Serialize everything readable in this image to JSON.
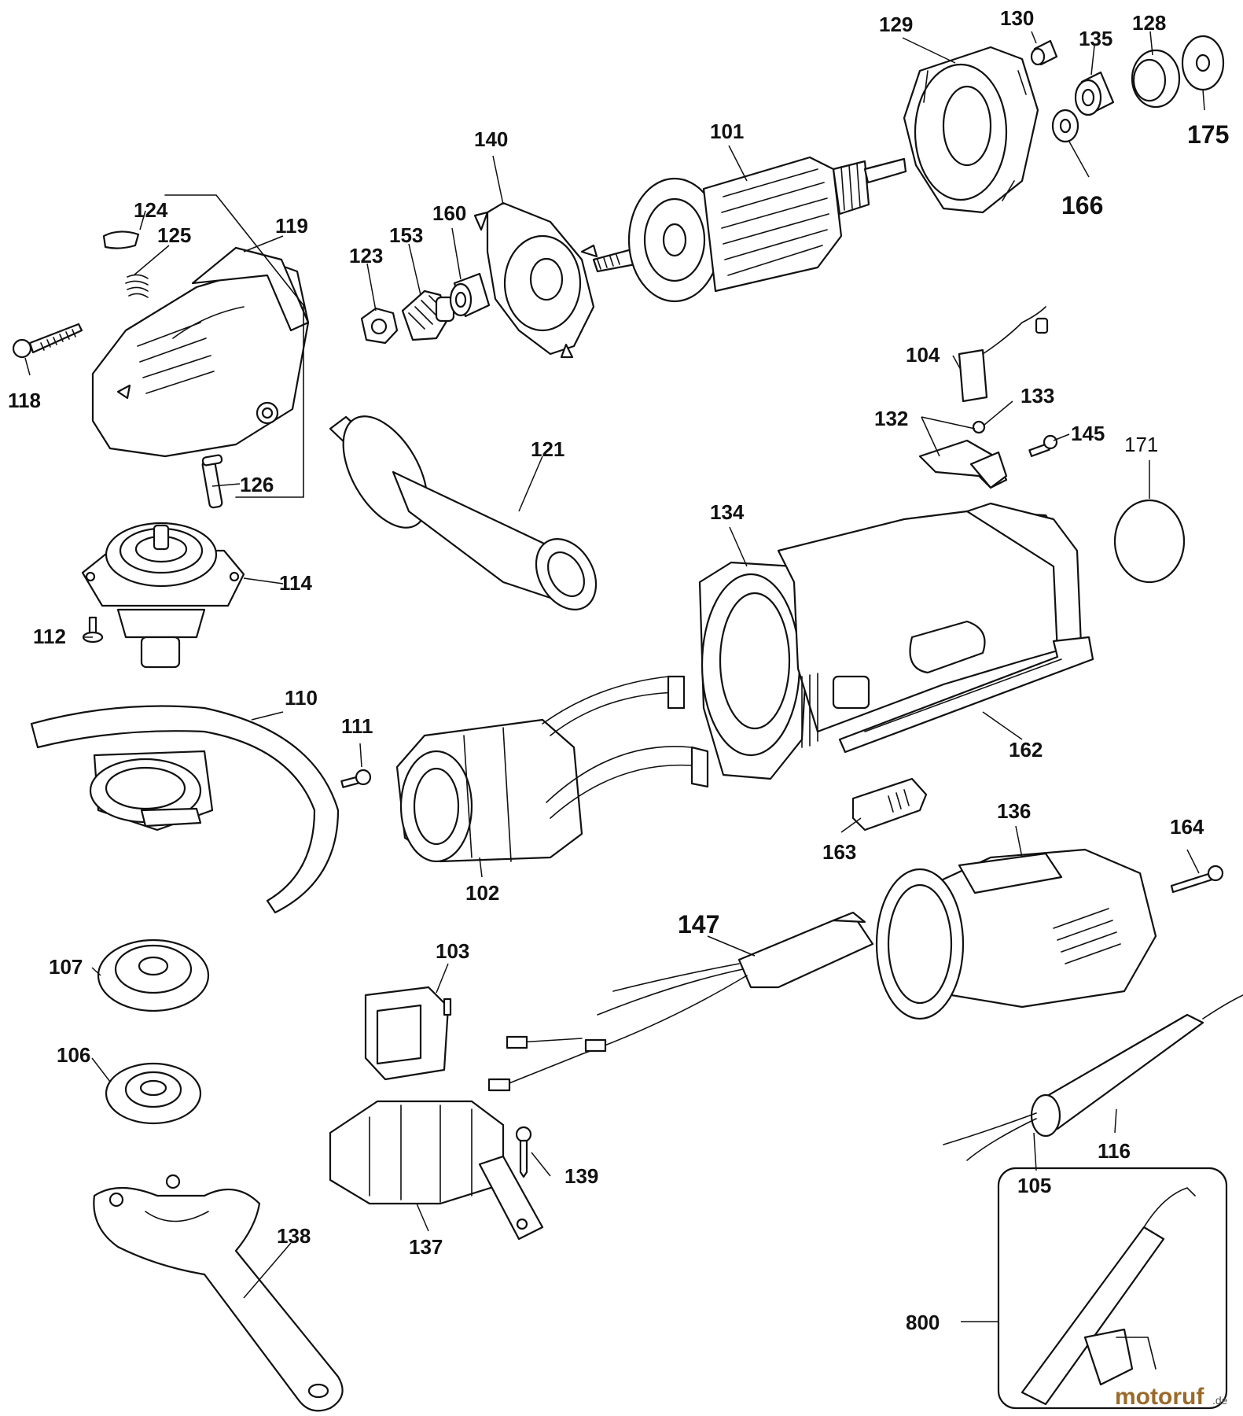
{
  "labels": {
    "p101": "101",
    "p102": "102",
    "p103": "103",
    "p104": "104",
    "p105": "105",
    "p106": "106",
    "p107": "107",
    "p110": "110",
    "p111": "111",
    "p112": "112",
    "p114": "114",
    "p116": "116",
    "p118": "118",
    "p119": "119",
    "p121": "121",
    "p123": "123",
    "p124": "124",
    "p125": "125",
    "p126": "126",
    "p128": "128",
    "p129": "129",
    "p130": "130",
    "p132": "132",
    "p133": "133",
    "p134": "134",
    "p135": "135",
    "p136": "136",
    "p137": "137",
    "p138": "138",
    "p139": "139",
    "p140": "140",
    "p145": "145",
    "p147": "147",
    "p153": "153",
    "p160": "160",
    "p162": "162",
    "p163": "163",
    "p164": "164",
    "p166": "166",
    "p171": "171",
    "p175": "175",
    "p800": "800"
  },
  "watermark": {
    "brand": "motoruf",
    "tld": ".de"
  }
}
